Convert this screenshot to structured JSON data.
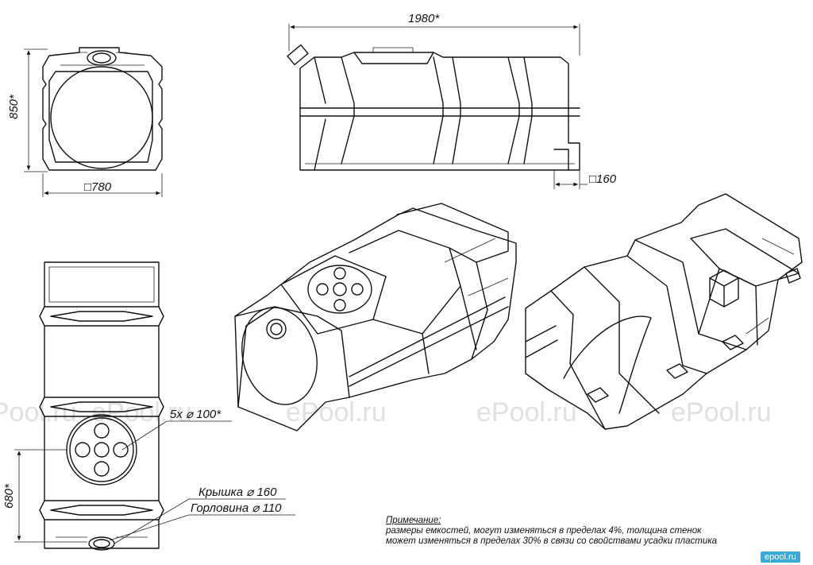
{
  "dimensions": {
    "length": "1980*",
    "height": "850*",
    "width": "□780",
    "drain": "□160",
    "section": "680*"
  },
  "callouts": {
    "holes": "5x ⌀ 100*",
    "lid": "Крышка ⌀ 160",
    "neck": "Горловина ⌀ 110"
  },
  "note": {
    "title": "Примечание:",
    "line1": "размеры емкостей, могут изменяться в пределах 4%, толщина стенок",
    "line2": "может изменяться в пределах 30% в связи со свойствами усадки пластика"
  },
  "watermark": {
    "text": "ePool.ru",
    "badge": "epool.ru"
  },
  "colors": {
    "line": "#111111",
    "watermark": "#c8c8c8",
    "badge": "#39a9d8"
  }
}
